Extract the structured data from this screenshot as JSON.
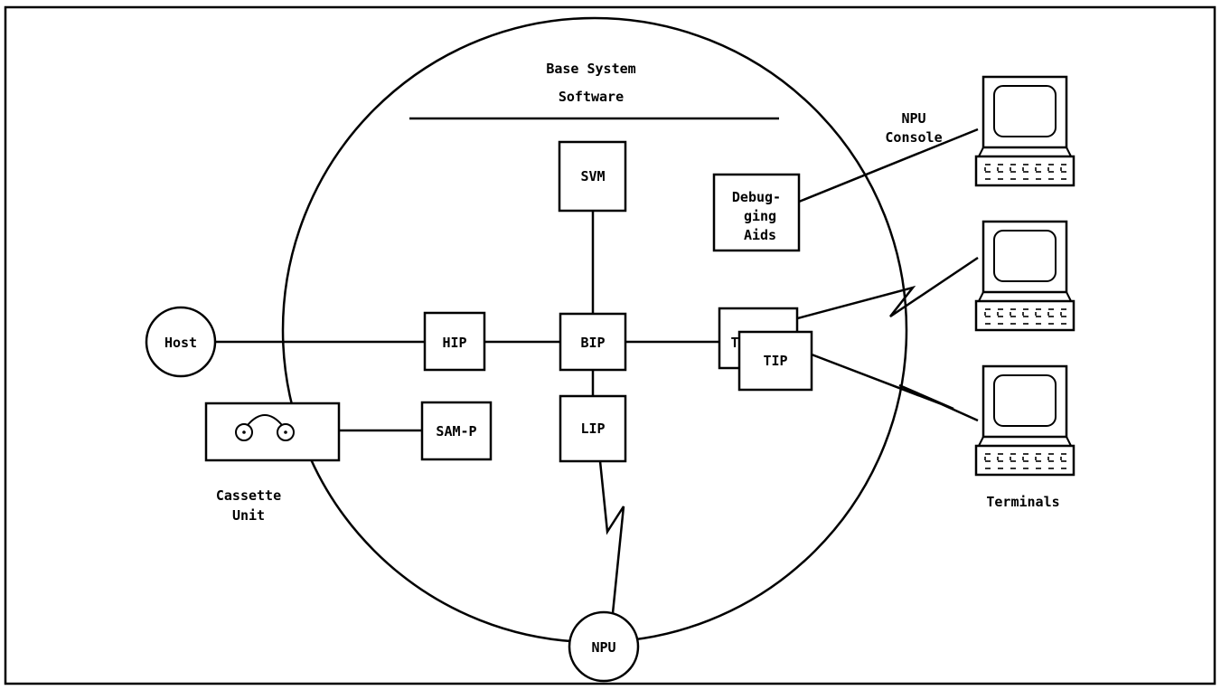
{
  "diagram": {
    "base_system_title": [
      "Base System",
      "Software"
    ],
    "nodes": {
      "host": "Host",
      "npu": "NPU",
      "svm": "SVM",
      "debugging_aids": [
        "Debug-",
        "ging",
        "Aids"
      ],
      "hip": "HIP",
      "bip": "BIP",
      "tip_1": "TIP",
      "tip_2": "TIP",
      "sam_p": "SAM-P",
      "lip": "LIP"
    },
    "devices": {
      "cassette_unit": [
        "Cassette",
        "Unit"
      ],
      "npu_console": [
        "NPU",
        "Console"
      ],
      "terminals": "Terminals"
    }
  }
}
